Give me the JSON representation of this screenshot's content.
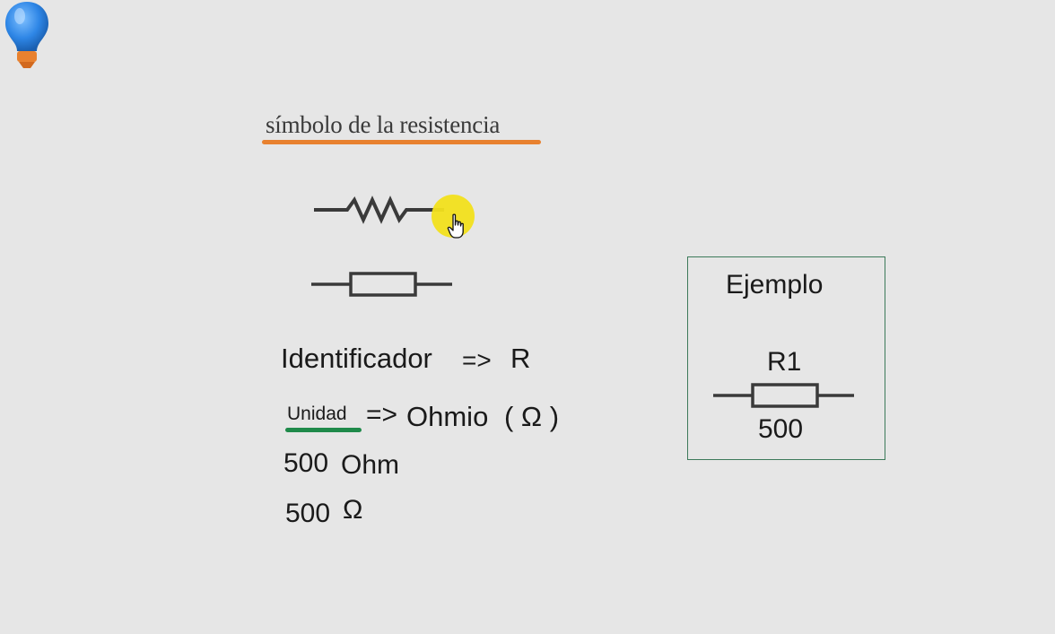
{
  "icons": {
    "lightbulb": "lightbulb-icon",
    "cursor": "hand-pointer-icon"
  },
  "colors": {
    "background": "#e6e6e6",
    "title_underline": "#e8812f",
    "unidad_underline": "#1f8a4a",
    "highlight": "#f2e01c",
    "bulb_glass": "#2e86e6",
    "bulb_base": "#e8812f",
    "example_border": "#3d7a5a"
  },
  "header": {
    "title": "símbolo de la resistencia"
  },
  "identifier": {
    "label": "Identificador",
    "arrow": "=>",
    "value": "R"
  },
  "unit": {
    "label": "Unidad",
    "arrow": "=>",
    "value": "Ohmio",
    "symbol": "( Ω )"
  },
  "values": {
    "first_number": "500",
    "first_unit": "Ohm",
    "second_number": "500",
    "second_unit": "Ω"
  },
  "example": {
    "title": "Ejemplo",
    "label": "R1",
    "value": "500"
  }
}
